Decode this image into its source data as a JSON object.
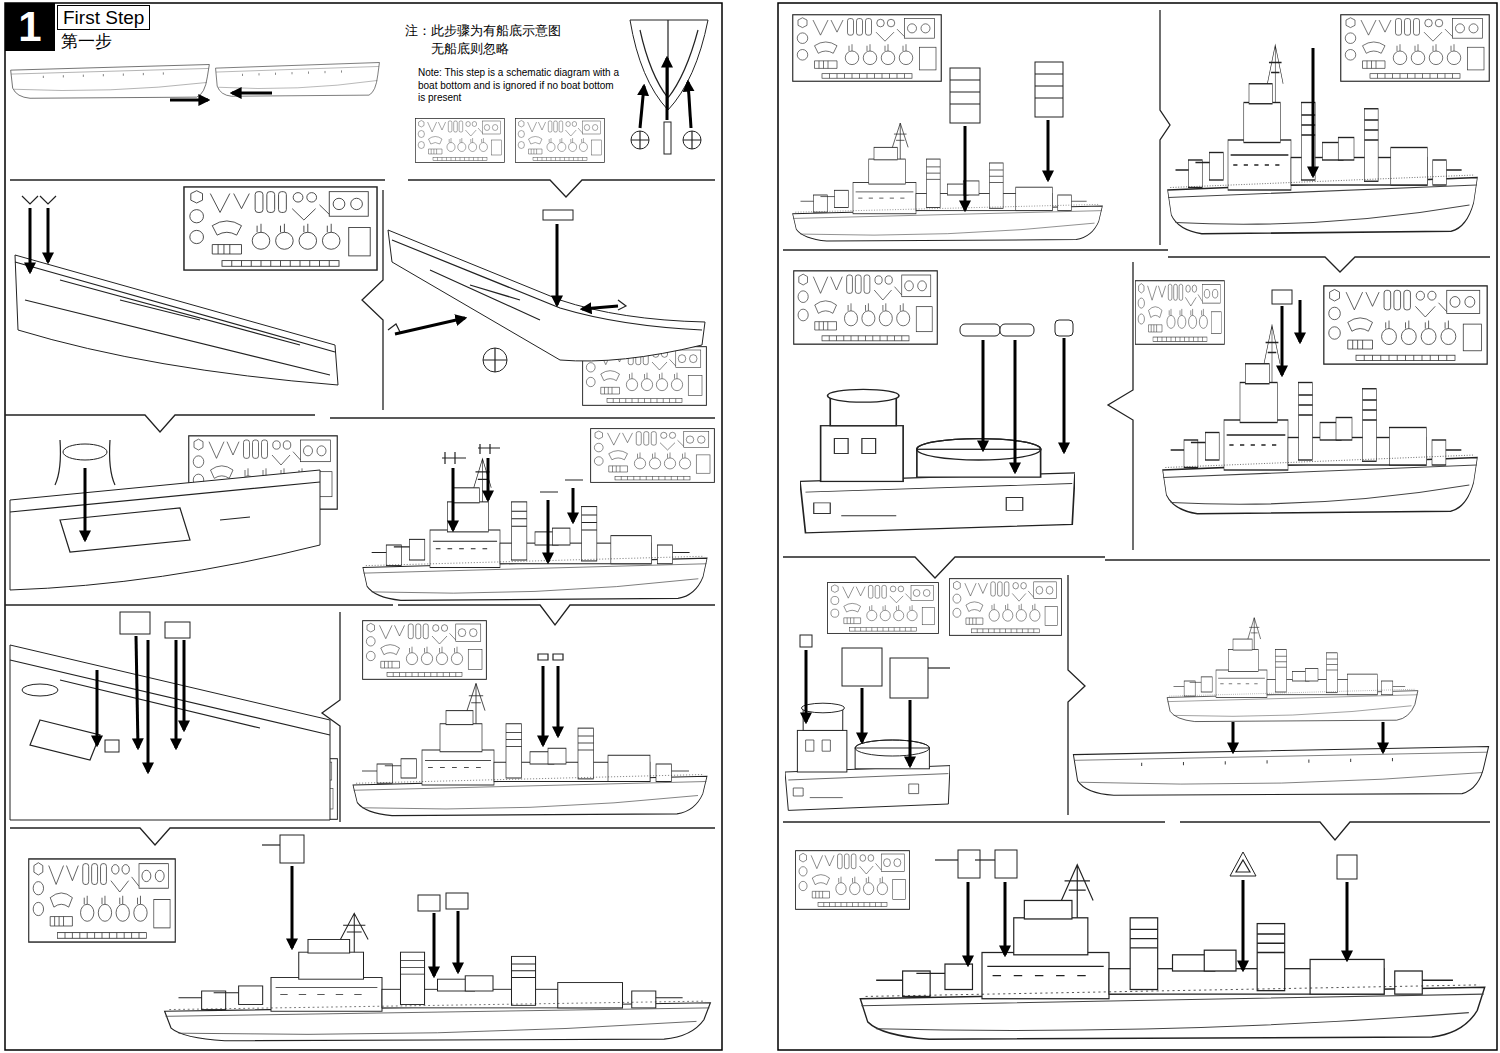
{
  "diagram": {
    "nodes": [
      {
        "text": [
          "1"
        ]
      },
      {
        "text": [
          "First Step",
          "第一步"
        ]
      }
    ],
    "labels": [
      "注：此步骤为有船底示意图 无船底则忽略",
      "Note: This step is a schematic diagram with a boat bottom and is ignored if no boat bottom is present"
    ]
  }
}
